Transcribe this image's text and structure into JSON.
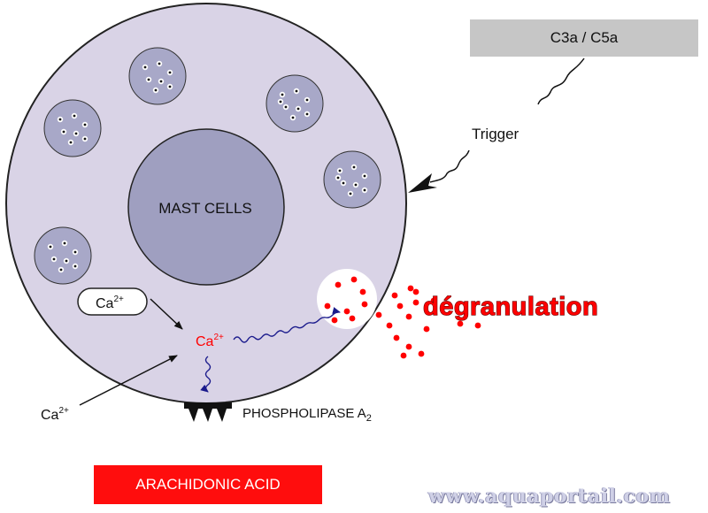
{
  "labels": {
    "trigger_source": "C3a / C5a",
    "trigger": "Trigger",
    "nucleus": "MAST CELLS",
    "ca_ext_base": "Ca",
    "ca_sup": "2+",
    "ca_internal_base": "Ca",
    "degranulation": "dégranulation",
    "enzyme": "PHOSPHOLIPASE A",
    "enzyme_sub": "2",
    "product": "ARACHIDONIC ACID",
    "watermark": "www.aquaportail.com"
  },
  "colors": {
    "cell_fill": "#d9d3e6",
    "nucleus_fill": "#9f9fc0",
    "granule_fill": "#a8a8c8",
    "trigger_box": "#c6c6c6",
    "red": "#ff0000",
    "wave_blue": "#1a1a8c"
  }
}
